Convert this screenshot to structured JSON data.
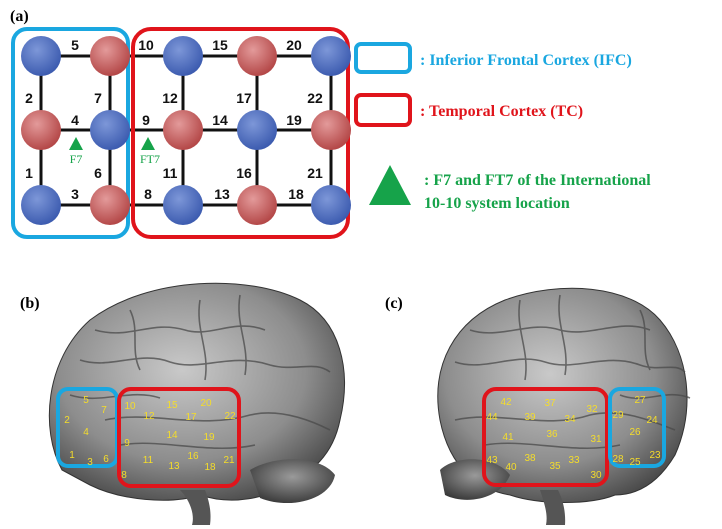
{
  "panel_labels": {
    "a": "(a)",
    "b": "(b)",
    "c": "(c)"
  },
  "colors": {
    "ifc": "#1aa7e0",
    "tc": "#e0141b",
    "marker": "#16a34a",
    "red_node": "#c85a5a",
    "blue_node": "#4f6fc2"
  },
  "grid": {
    "channels": [
      "1",
      "2",
      "3",
      "4",
      "5",
      "6",
      "7",
      "8",
      "9",
      "10",
      "11",
      "12",
      "13",
      "14",
      "15",
      "16",
      "17",
      "18",
      "19",
      "20",
      "21",
      "22"
    ],
    "markers": [
      "F7",
      "FT7"
    ]
  },
  "legend": {
    "ifc_text": ":  Inferior Frontal Cortex (IFC)",
    "tc_text": ":  Temporal Cortex (TC)",
    "marker_text_line1": ":  F7 and FT7 of the International",
    "marker_text_line2": "10-10 system location"
  },
  "brain_b_labels": [
    "1",
    "2",
    "3",
    "4",
    "5",
    "6",
    "7",
    "8",
    "9",
    "10",
    "11",
    "12",
    "13",
    "14",
    "15",
    "16",
    "17",
    "18",
    "19",
    "20",
    "21",
    "22"
  ],
  "brain_c_labels": [
    "23",
    "24",
    "25",
    "26",
    "27",
    "28",
    "29",
    "30",
    "31",
    "32",
    "33",
    "34",
    "35",
    "36",
    "37",
    "38",
    "39",
    "40",
    "41",
    "42",
    "43",
    "44"
  ]
}
